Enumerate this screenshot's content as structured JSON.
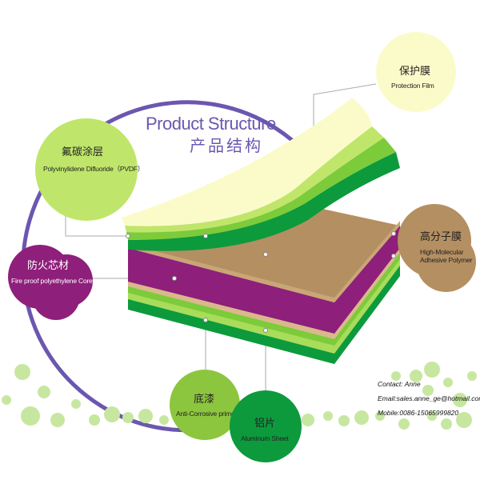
{
  "title": {
    "en": "Product Structure",
    "zh": "产品结构"
  },
  "layers": [
    {
      "id": "protection",
      "zh": "保护膜",
      "en": "Protection Film",
      "color": "#fbfbc9"
    },
    {
      "id": "pvdf",
      "zh": "氟碳涂层",
      "en": "Polyvinylidene Difluoride（PVDF）",
      "color": "#bfe66a"
    },
    {
      "id": "core",
      "zh": "防火芯材",
      "en": "Fire proof polyethylene Core",
      "color": "#8e1f7a"
    },
    {
      "id": "adhesive",
      "zh": "高分子膜",
      "en_line1": "High-Molecular",
      "en_line2": "Adhesive Polymer",
      "color": "#b48f61"
    },
    {
      "id": "primer",
      "zh": "底漆",
      "en": "Anti-Corrosive primer",
      "color": "#8cc63f"
    },
    {
      "id": "aluminum",
      "zh": "铝片",
      "en": "Aluminum Sheet",
      "color": "#0c9a3d"
    }
  ],
  "contact": {
    "name": "Contact: Anne",
    "email": "Email:sales.anne_ge@hotmail.com",
    "mobile": "Mobile:0086-15065999820"
  },
  "colors": {
    "ring": "#6b57b0",
    "film": "#fbfbc9",
    "light_green": "#bfe66a",
    "mid_green": "#7ccb3a",
    "dark_green": "#0c9a3d",
    "core": "#8e1f7a",
    "adhesive": "#b48f61",
    "leader": "#aaaaaa",
    "dots": "#c7e7a0"
  }
}
